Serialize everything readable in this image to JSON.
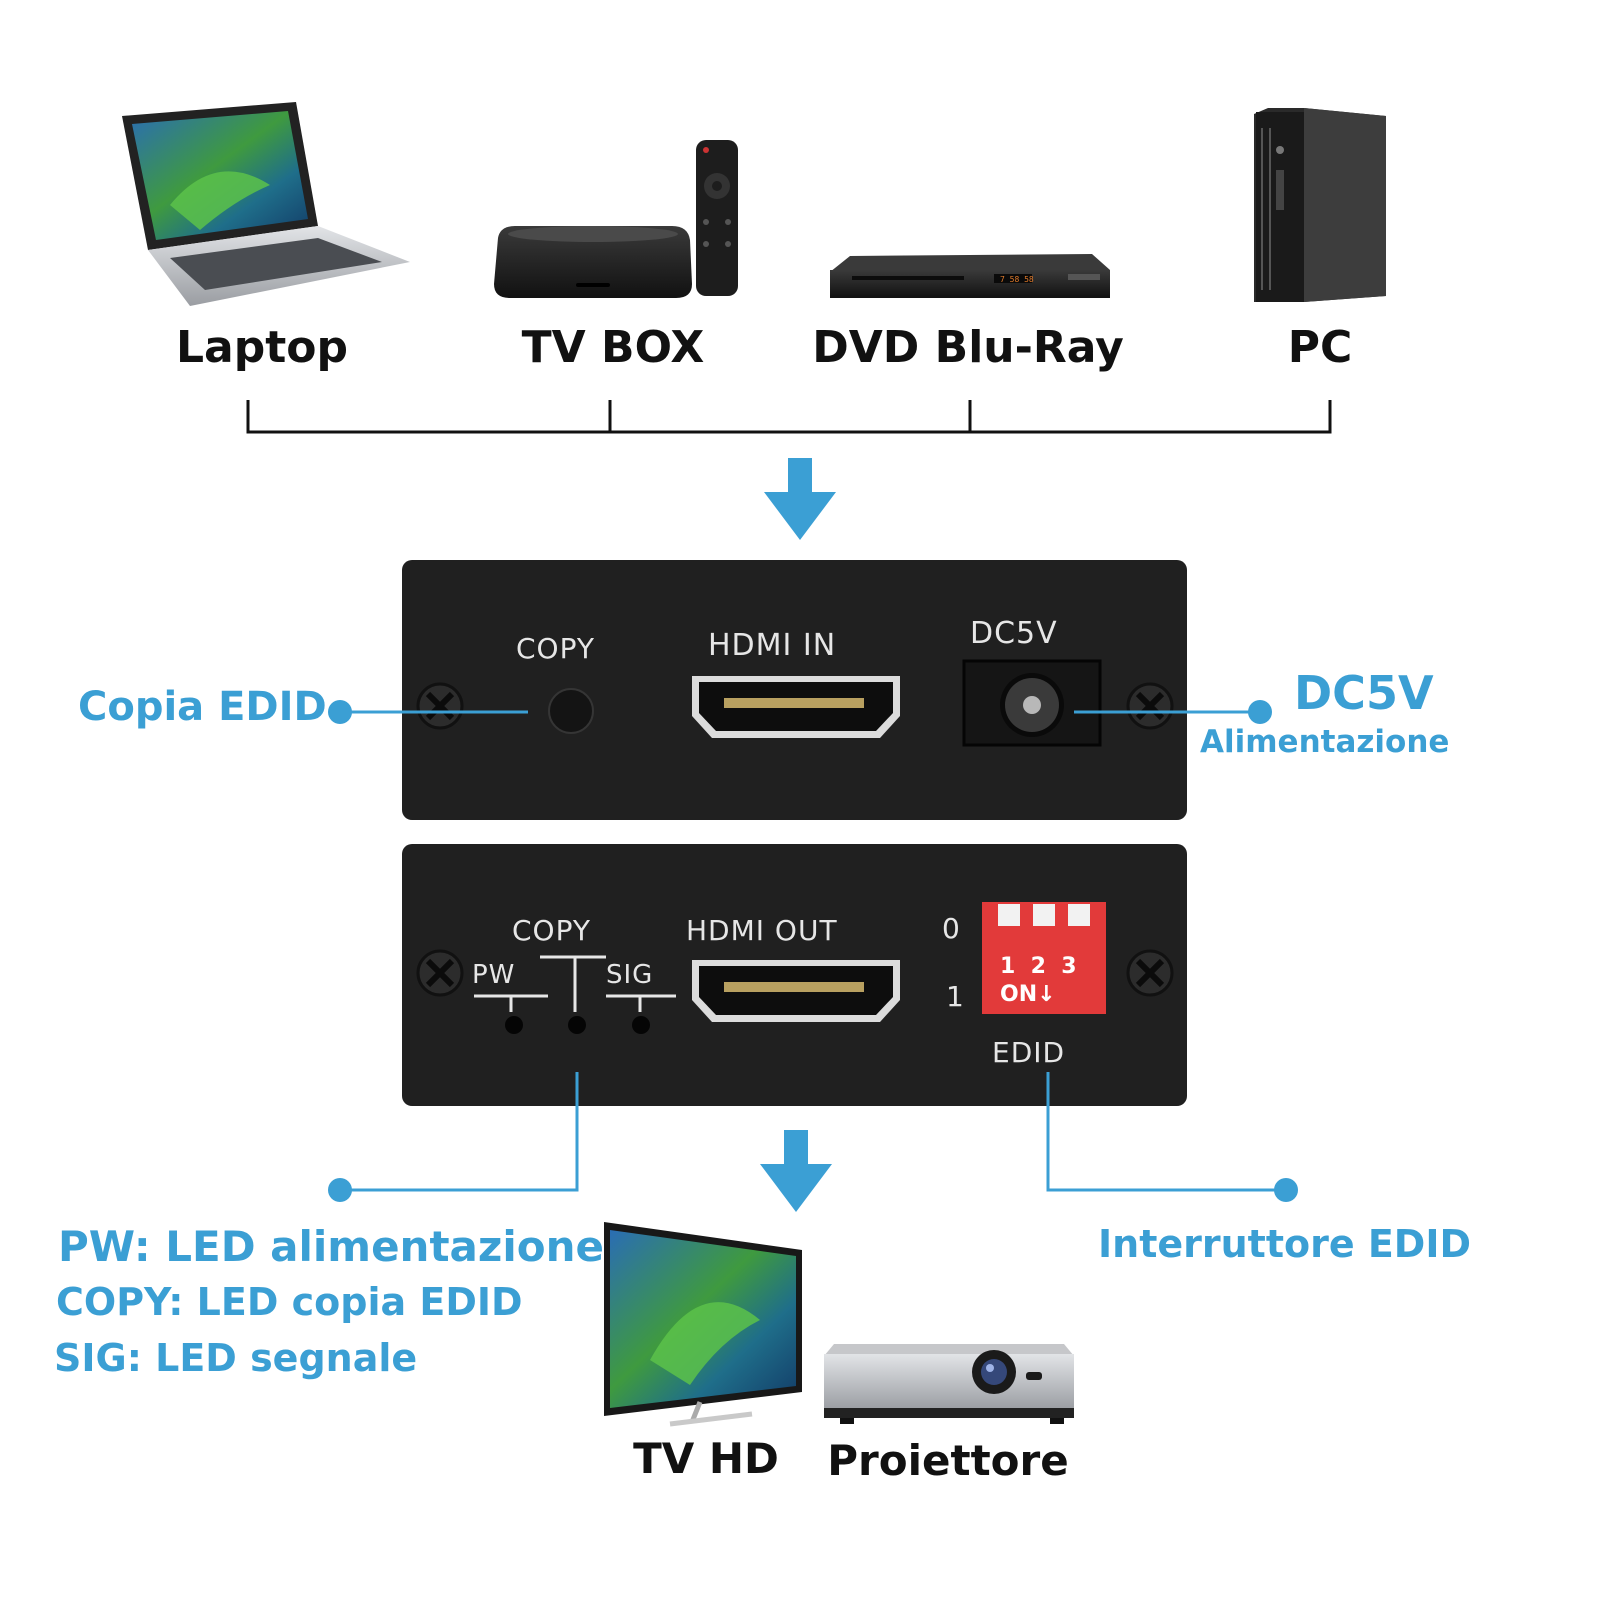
{
  "sources": [
    {
      "id": "laptop",
      "label": "Laptop"
    },
    {
      "id": "tvbox",
      "label": "TV BOX"
    },
    {
      "id": "dvd",
      "label": "DVD Blu-Ray"
    },
    {
      "id": "pc",
      "label": "PC"
    }
  ],
  "input_panel": {
    "copy_label": "COPY",
    "hdmi_label": "HDMI IN",
    "power_label": "DC5V"
  },
  "output_panel": {
    "copy_label": "COPY",
    "pw_label": "PW",
    "sig_label": "SIG",
    "hdmi_label": "HDMI OUT",
    "switch_pos_0": "0",
    "switch_pos_1": "1",
    "dip_numbers": "1  2  3",
    "dip_on": "ON↓",
    "edid_label": "EDID"
  },
  "callouts": {
    "copy_edid": "Copia EDID",
    "dc5v_title": "DC5V",
    "dc5v_sub": "Alimentazione",
    "led_lines": [
      "PW: LED alimentazione",
      "COPY: LED copia EDID",
      "SIG: LED segnale"
    ],
    "edid_switch": "Interruttore EDID"
  },
  "destinations": [
    {
      "id": "tv",
      "label": "TV HD"
    },
    {
      "id": "projector",
      "label": "Proiettore"
    }
  ],
  "colors": {
    "accent": "#3b9fd4",
    "panel": "#202020",
    "dip": "#e23a3a"
  },
  "icons": [
    "laptop-icon",
    "tv-box-icon",
    "remote-icon",
    "blu-ray-player-icon",
    "desktop-pc-icon",
    "tv-icon",
    "projector-icon",
    "down-arrow-icon"
  ]
}
